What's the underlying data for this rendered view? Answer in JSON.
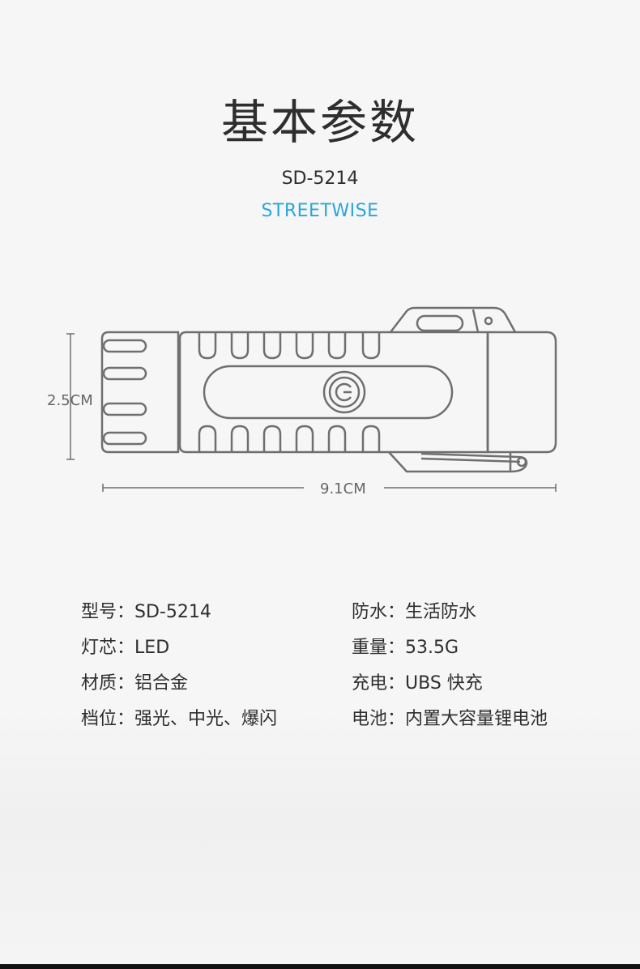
{
  "header": {
    "title": "基本参数",
    "model": "SD-5214",
    "brand": "STREETWISE"
  },
  "dimensions": {
    "height_label": "2.5CM",
    "length_label": "9.1CM"
  },
  "specs": {
    "left": [
      {
        "label": "型号",
        "value": "SD-5214"
      },
      {
        "label": "灯芯",
        "value": "LED"
      },
      {
        "label": "材质",
        "value": "铝合金"
      },
      {
        "label": "档位",
        "value": "强光、中光、爆闪"
      }
    ],
    "right": [
      {
        "label": "防水",
        "value": "生活防水"
      },
      {
        "label": "重量",
        "value": "53.5G"
      },
      {
        "label": "充电",
        "value": "UBS 快充"
      },
      {
        "label": "电池",
        "value": "内置大容量锂电池"
      }
    ],
    "separator": "："
  },
  "colors": {
    "brand": "#2aa6de",
    "text": "#2e2e2e",
    "outline": "#6f6f6f"
  }
}
